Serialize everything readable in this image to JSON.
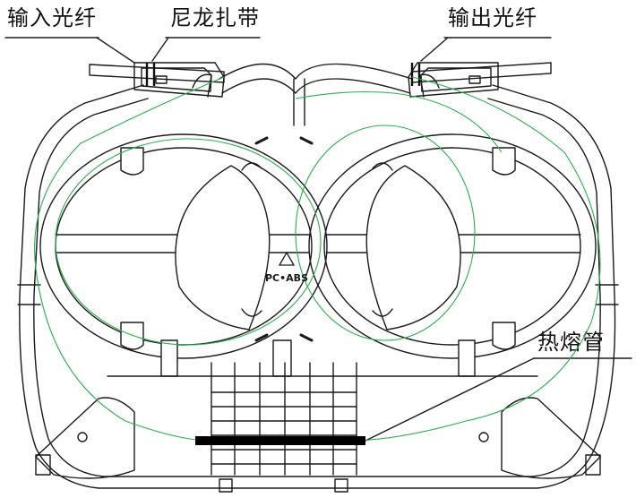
{
  "labels": {
    "input_fiber": "输入光纤",
    "nylon_tie": "尼龙扎带",
    "output_fiber": "输出光纤",
    "heat_shrink_tube": "热熔管",
    "material_mark": "PC•ABS"
  },
  "colors": {
    "line": "#1a1a1a",
    "fiber": "#2bb04a",
    "tube": "#000000",
    "background": "#ffffff"
  }
}
